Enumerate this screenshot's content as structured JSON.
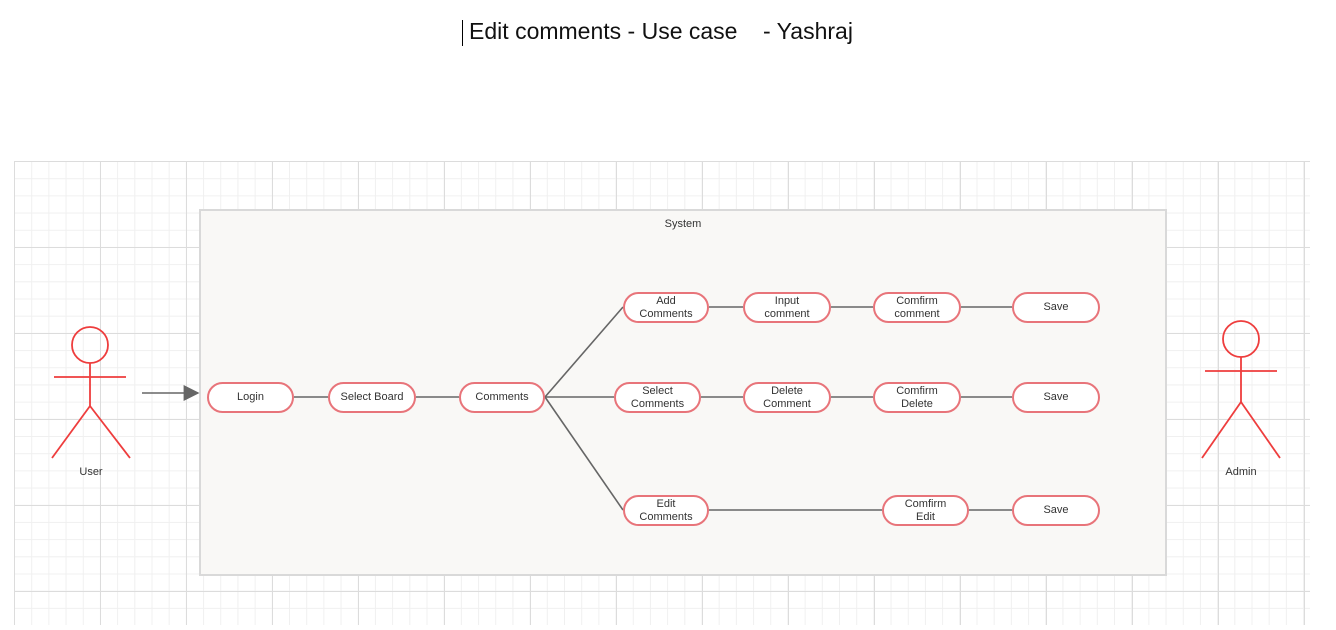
{
  "title": "Edit comments - Use case    - Yashraj",
  "system": {
    "label": "System"
  },
  "actors": {
    "user": "User",
    "admin": "Admin"
  },
  "use_cases": {
    "login": "Login",
    "select_board": "Select Board",
    "comments": "Comments",
    "add_comments": "Add\nComments",
    "input_comment": "Input\ncomment",
    "confirm_comment": "Comfirm\ncomment",
    "save_1": "Save",
    "select_comments": "Select\nComments",
    "delete_comment": "Delete\nComment",
    "confirm_delete": "Comfirm\nDelete",
    "save_2": "Save",
    "edit_comments": "Edit\nComments",
    "confirm_edit": "Comfirm\nEdit",
    "save_3": "Save"
  },
  "colors": {
    "actor_stroke": "#ee3d3d",
    "use_case_border": "#e8747a",
    "connector": "#666666"
  }
}
